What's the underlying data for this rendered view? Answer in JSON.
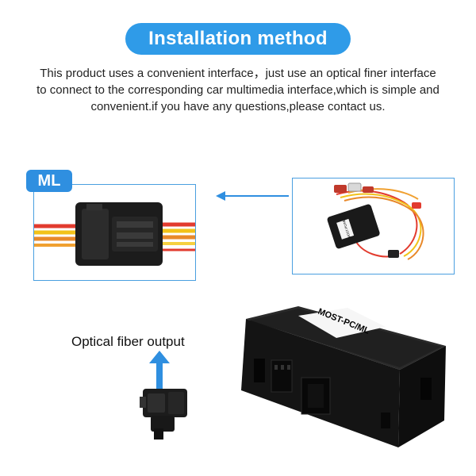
{
  "header": {
    "title": "Installation method"
  },
  "description": {
    "line1": "This product uses a convenient interface，just use an optical finer interface",
    "line2": "to connect to the corresponding car multimedia interface,which is simple and",
    "line3": "convenient.if you have any questions,please contact us."
  },
  "ml_tag": "ML",
  "optical_label": "Optical fiber output",
  "box_label": "MOST-PC/ML",
  "small_box_label": "MOST-PC/ML",
  "colors": {
    "accent": "#2f9be8",
    "panel_border": "#4a9fe0",
    "device": "#1a1a1a"
  }
}
